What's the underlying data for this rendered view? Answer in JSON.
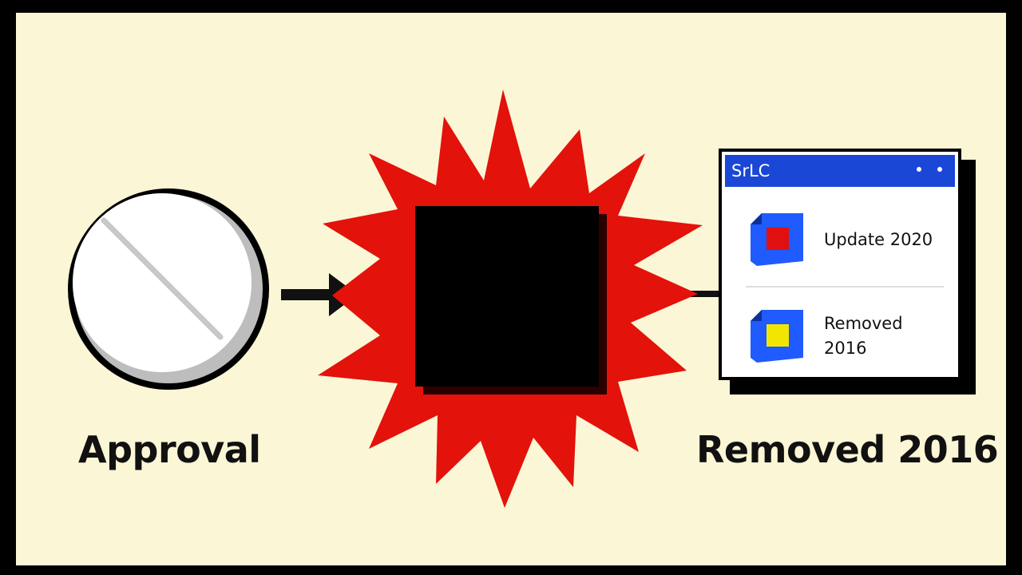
{
  "left_label": "Approval",
  "right_label": "Removed 2016",
  "window": {
    "title": "SrLC",
    "items": [
      {
        "label": "Update 2020",
        "icon_color": "#e01010"
      },
      {
        "label": "Removed 2016",
        "icon_color": "#f2e600"
      }
    ]
  },
  "colors": {
    "background": "#fbf6d6",
    "burst": "#e3120b",
    "window_titlebar": "#1a47d6",
    "icon_body": "#1f5bff"
  },
  "icons": {
    "pill": "pill-icon",
    "burst": "explosion-burst-icon",
    "arrow": "right-arrow-icon"
  }
}
